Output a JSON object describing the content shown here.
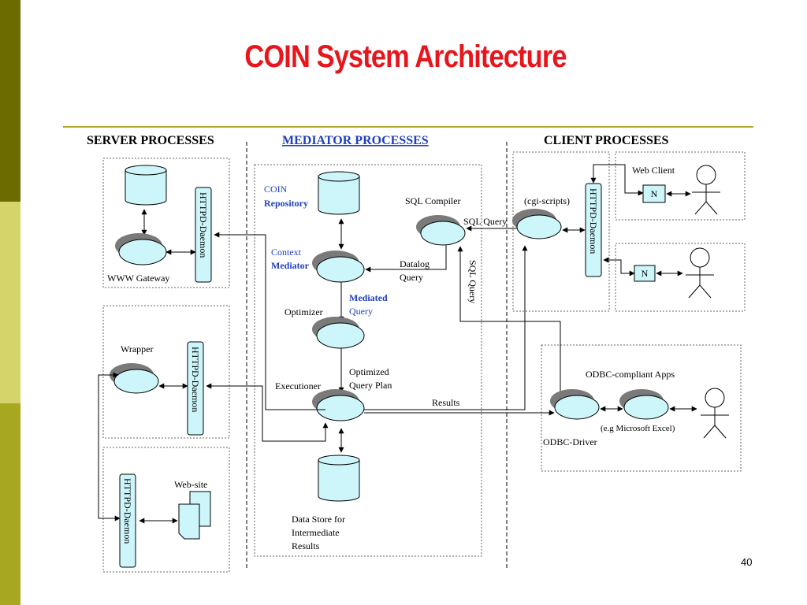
{
  "slide": {
    "title": "COIN System Architecture",
    "page_number": "40"
  },
  "colors": {
    "title": "#e8161c",
    "rule": "#b5a42a",
    "sidebar_dark": "#6b6b00",
    "sidebar_light": "#d4d46a",
    "sidebar_mid": "#a8a820",
    "process_fill": "#cdf6fb",
    "process_shadow": "#7a7a7a",
    "accent_blue": "#1f3fc0"
  },
  "headers": {
    "server": "SERVER PROCESSES",
    "mediator": "MEDIATOR PROCESSES",
    "client": "CLIENT PROCESSES"
  },
  "server": {
    "gateway_daemon": "HTTPD-Daemon",
    "www_gateway": "WWW Gateway",
    "wrapper": "Wrapper",
    "wrapper_daemon": "HTTPD-Daemon",
    "website_daemon": "HTTPD-Daemon",
    "website": "Web-site"
  },
  "mediator": {
    "coin": "COIN",
    "repository": "Repository",
    "sql_compiler": "SQL Compiler",
    "context": "Context",
    "mediator": "Mediator",
    "datalog": "Datalog",
    "query": "Query",
    "optimizer": "Optimizer",
    "mediated": "Mediated",
    "mediated_query": "Query",
    "optimized": "Optimized",
    "query_plan": "Query Plan",
    "executioner": "Executioner",
    "results": "Results",
    "data_store_1": "Data Store for",
    "data_store_2": "Intermediate",
    "data_store_3": "Results",
    "sql_query_h": "SQL Query",
    "sql_query_v": "SQL Query"
  },
  "client": {
    "cgi_scripts": "(cgi-scripts)",
    "client_daemon": "HTTPD-Daemon",
    "web_client": "Web Client",
    "n1": "N",
    "n2": "N",
    "odbc_apps": "ODBC-compliant Apps",
    "excel": "(e.g Microsoft Excel)",
    "odbc_driver": "ODBC-Driver"
  }
}
